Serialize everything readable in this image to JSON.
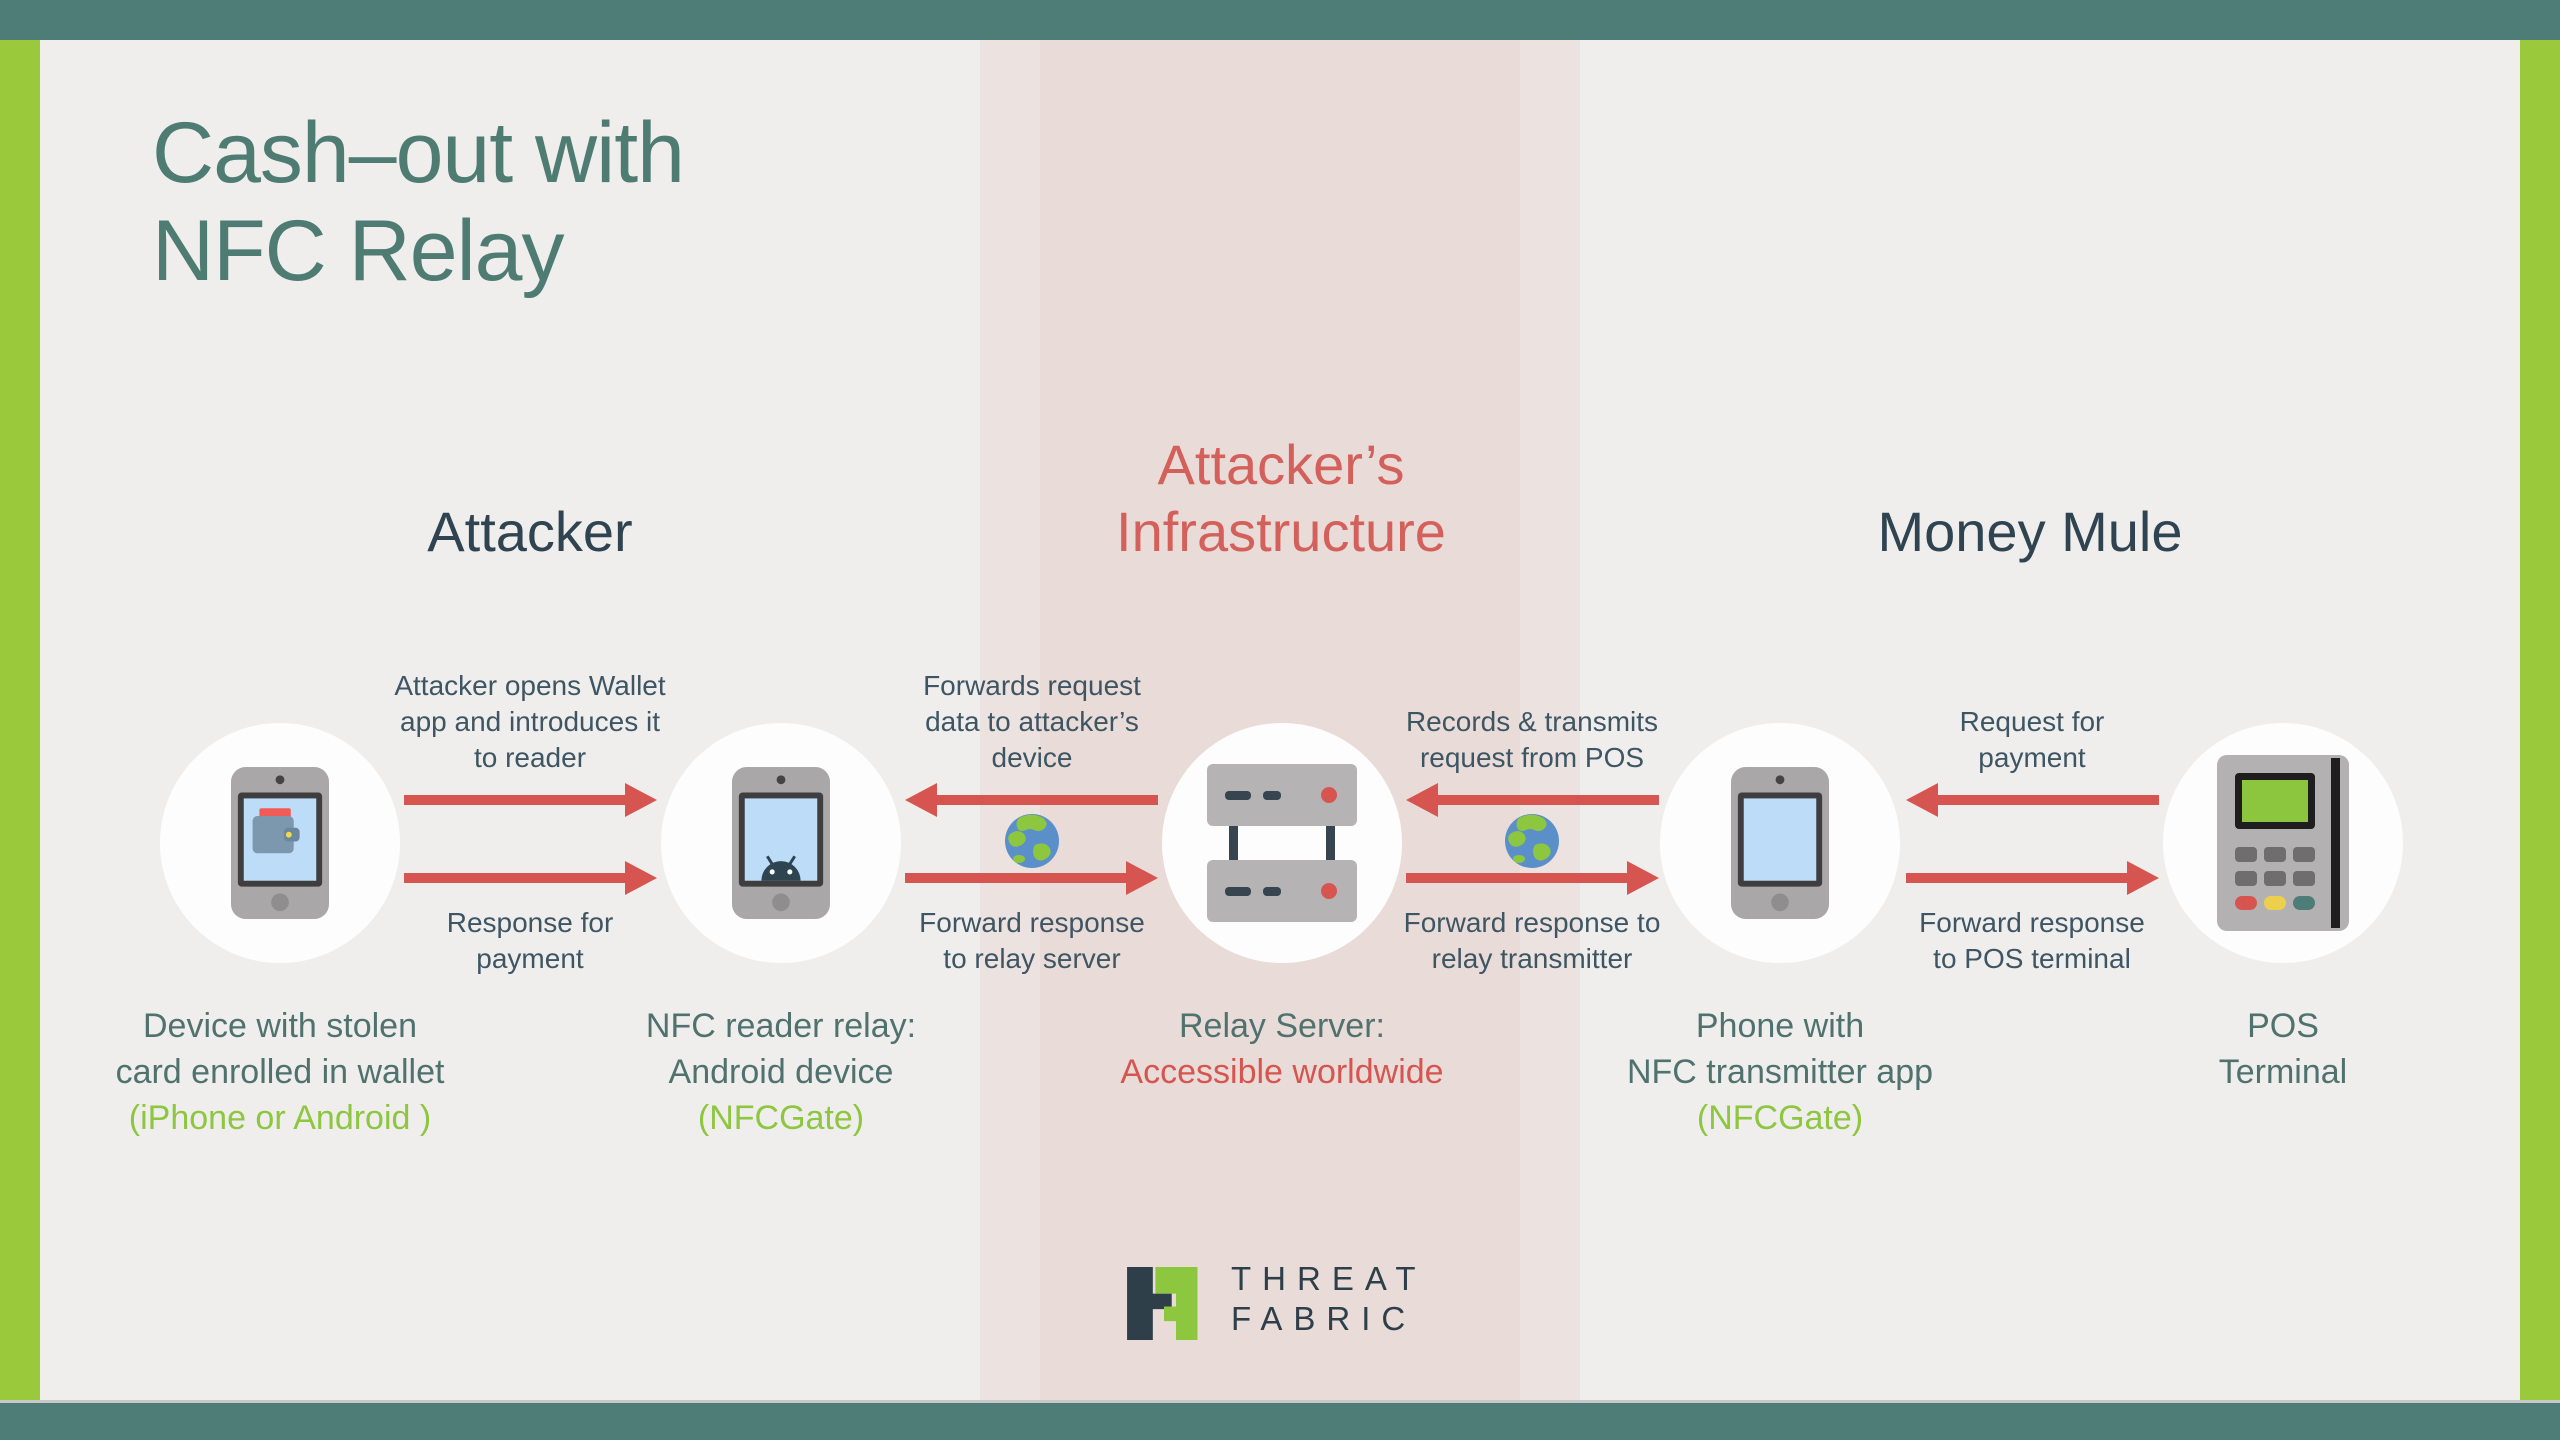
{
  "title": {
    "lines": "Cash–out with\nNFC Relay"
  },
  "columns": {
    "attacker": "Attacker",
    "infrastructure": "Attacker’s\nInfrastructure",
    "money_mule": "Money Mule"
  },
  "flows": [
    {
      "top_label": "Attacker opens Wallet\napp and introduces it\nto reader",
      "top_direction": "right",
      "bottom_label": "Response for\npayment",
      "bottom_direction": "right",
      "globe": false
    },
    {
      "top_label": "Forwards request\ndata to attacker’s\ndevice",
      "top_direction": "left",
      "bottom_label": "Forward response\nto relay server",
      "bottom_direction": "right",
      "globe": true
    },
    {
      "top_label": "Records & transmits\nrequest from POS",
      "top_direction": "left",
      "bottom_label": "Forward response to\nrelay transmitter",
      "bottom_direction": "right",
      "globe": true
    },
    {
      "top_label": "Request for\npayment",
      "top_direction": "left",
      "bottom_label": "Forward response\nto POS terminal",
      "bottom_direction": "right",
      "globe": false
    }
  ],
  "nodes": [
    {
      "icon": "wallet-phone-icon",
      "caption_main": "Device with stolen\ncard enrolled in wallet",
      "caption_accent": "(iPhone or Android )",
      "accent_color": "green"
    },
    {
      "icon": "android-phone-icon",
      "caption_main": "NFC reader relay:\nAndroid device",
      "caption_accent": "(NFCGate)",
      "accent_color": "green"
    },
    {
      "icon": "server-icon",
      "caption_main": "Relay Server:",
      "caption_accent": "Accessible worldwide",
      "accent_color": "red"
    },
    {
      "icon": "phone-icon",
      "caption_main": "Phone with\nNFC transmitter app",
      "caption_accent": "(NFCGate)",
      "accent_color": "green"
    },
    {
      "icon": "pos-terminal-icon",
      "caption_main": "POS\nTerminal",
      "caption_accent": "",
      "accent_color": "none"
    }
  ],
  "logo": {
    "wordmark": "THREAT\nFABRIC"
  },
  "colors": {
    "frame_teal": "#4e7d77",
    "side_green": "#9aca3b",
    "background": "#efeeed",
    "band_outer": "#ece3e0",
    "band_inner": "#e9dcd8",
    "title_teal": "#4e7b72",
    "heading_slate": "#2f4450",
    "alert_red": "#d65550",
    "label_slate": "#3e5563",
    "caption_teal": "#50726f",
    "accent_green": "#8dc63f",
    "node_circle_white": "#fdfdfd"
  }
}
